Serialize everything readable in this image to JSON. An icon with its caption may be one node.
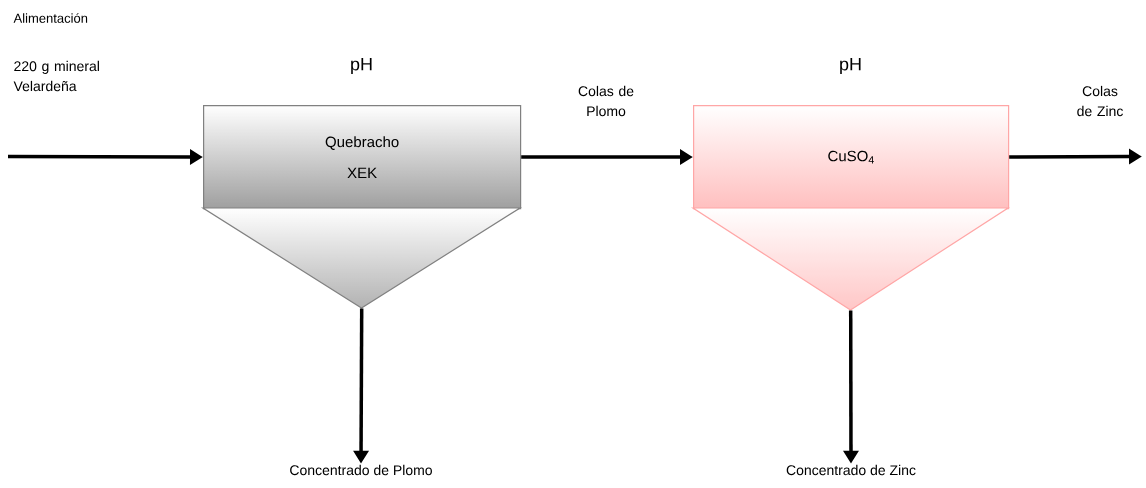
{
  "diagram": {
    "nodes": [
      {
        "text": [
          "Quebracho",
          "XEK"
        ],
        "beside": [
          "pH"
        ]
      },
      {
        "text": [],
        "shape": "triangle"
      },
      {
        "text": [
          "CuSO$_{4}$"
        ],
        "beside": [
          "pH"
        ]
      },
      {
        "text": [],
        "shape": "triangle"
      },
      {
        "text": [
          "Concentrado de Plomo"
        ]
      },
      {
        "text": [
          "Concentrado de Zinc"
        ]
      }
    ],
    "edges": [
      {
        "from": null,
        "to": 0,
        "arrow": "to",
        "label": "220 g mineral Velardeña"
      },
      {
        "from": 0,
        "to": 2,
        "arrow": "to",
        "label": "Colas de Plomo"
      },
      {
        "from": 2,
        "to": null,
        "arrow": "to",
        "label": "Colas de Zinc"
      },
      {
        "from": 1,
        "to": 4,
        "arrow": "to"
      },
      {
        "from": 3,
        "to": 5,
        "arrow": "to"
      }
    ],
    "labels": [
      "Alimentación"
    ]
  }
}
